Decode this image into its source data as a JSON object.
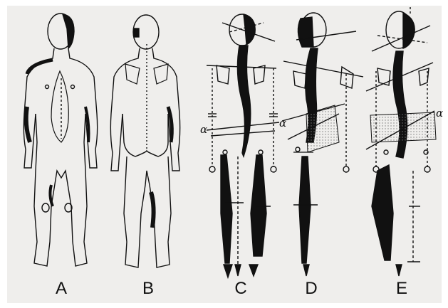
{
  "figures": [
    {
      "label": "A"
    },
    {
      "label": "B"
    },
    {
      "label": "C"
    },
    {
      "label": "D"
    },
    {
      "label": "E"
    }
  ],
  "angle_symbol": "α",
  "colors": {
    "ink": "#111111",
    "paper": "#efeeec",
    "stipple": "#9a9a9a"
  }
}
